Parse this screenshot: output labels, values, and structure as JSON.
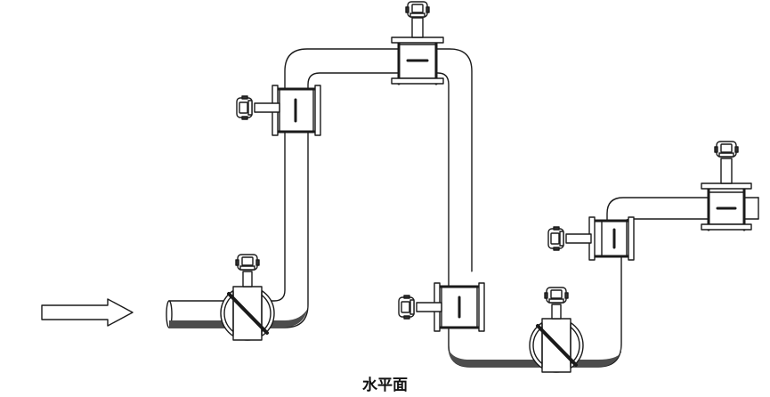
{
  "caption": "水平面",
  "colors": {
    "line": "#1a1a1a",
    "pipe_fill": "#ffffff",
    "liquid": "#4d4d4d",
    "arrow_fill": "#ffffff"
  },
  "elements": {
    "inflow_arrow": "flow-direction-arrow",
    "instruments": [
      "wrong-install-horizontal-inlet",
      "correct-install-vertical-riser",
      "correct-install-top-tee",
      "correct-install-vertical-downcomer",
      "wrong-install-bottom-horizontal",
      "correct-install-vertical-riser-2",
      "correct-install-horizontal-outlet"
    ]
  }
}
